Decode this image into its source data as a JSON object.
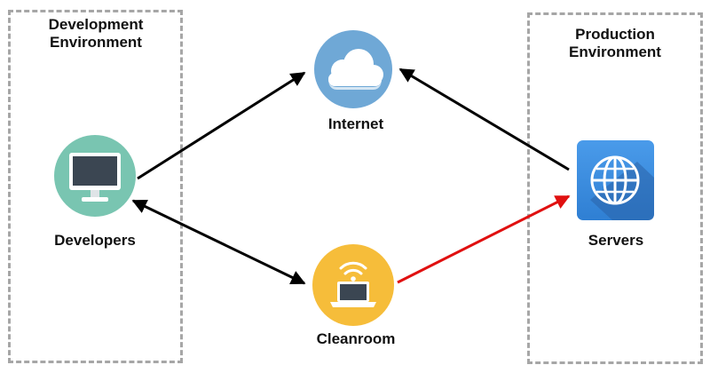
{
  "zones": {
    "development": {
      "title_line1": "Development",
      "title_line2": "Environment"
    },
    "production": {
      "title_line1": "Production",
      "title_line2": "Environment"
    }
  },
  "nodes": {
    "internet": {
      "label": "Internet",
      "color": "#6fa8d6",
      "icon": "cloud-icon"
    },
    "developers": {
      "label": "Developers",
      "color": "#79c5b1",
      "icon": "monitor-icon"
    },
    "cleanroom": {
      "label": "Cleanroom",
      "color": "#f6bd3a",
      "icon": "laptop-wifi-icon"
    },
    "servers": {
      "label": "Servers",
      "color": "#3d8fe0",
      "icon": "globe-icon"
    }
  },
  "connections": [
    {
      "from": "Developers",
      "to": "Internet",
      "color": "#000000"
    },
    {
      "from": "Servers",
      "to": "Internet",
      "color": "#000000"
    },
    {
      "from": "Developers",
      "to": "Cleanroom",
      "color": "#000000",
      "bidirectional": true
    },
    {
      "from": "Cleanroom",
      "to": "Servers",
      "color": "#e01010"
    }
  ]
}
